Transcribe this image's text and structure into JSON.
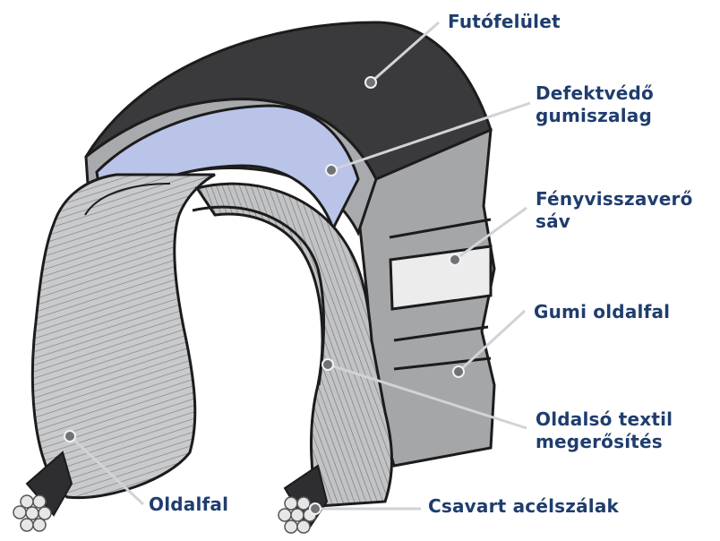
{
  "colors": {
    "label_text": "#1f3d6e",
    "leader_line": "#cfd2d6",
    "tread": "#3a3a3c",
    "puncture_strip": "#b9c4e8",
    "reflective_band": "#ececec",
    "rubber_side": "#a3a5a7",
    "textile_ply": "#c8c9cb",
    "outline": "#1c1c1c"
  },
  "labels": {
    "tread": {
      "text": "Futófelület"
    },
    "puncture_strip": {
      "line1": "Defektvédő",
      "line2": "gumiszalag"
    },
    "reflective": {
      "line1": "Fényvisszaverő",
      "line2": "sáv"
    },
    "rubber_sidewall": {
      "text": "Gumi oldalfal"
    },
    "textile": {
      "line1": "Oldalsó textil",
      "line2": "megerősítés"
    },
    "sidewall": {
      "text": "Oldalfal"
    },
    "bead": {
      "text": "Csavart acélszálak"
    }
  }
}
